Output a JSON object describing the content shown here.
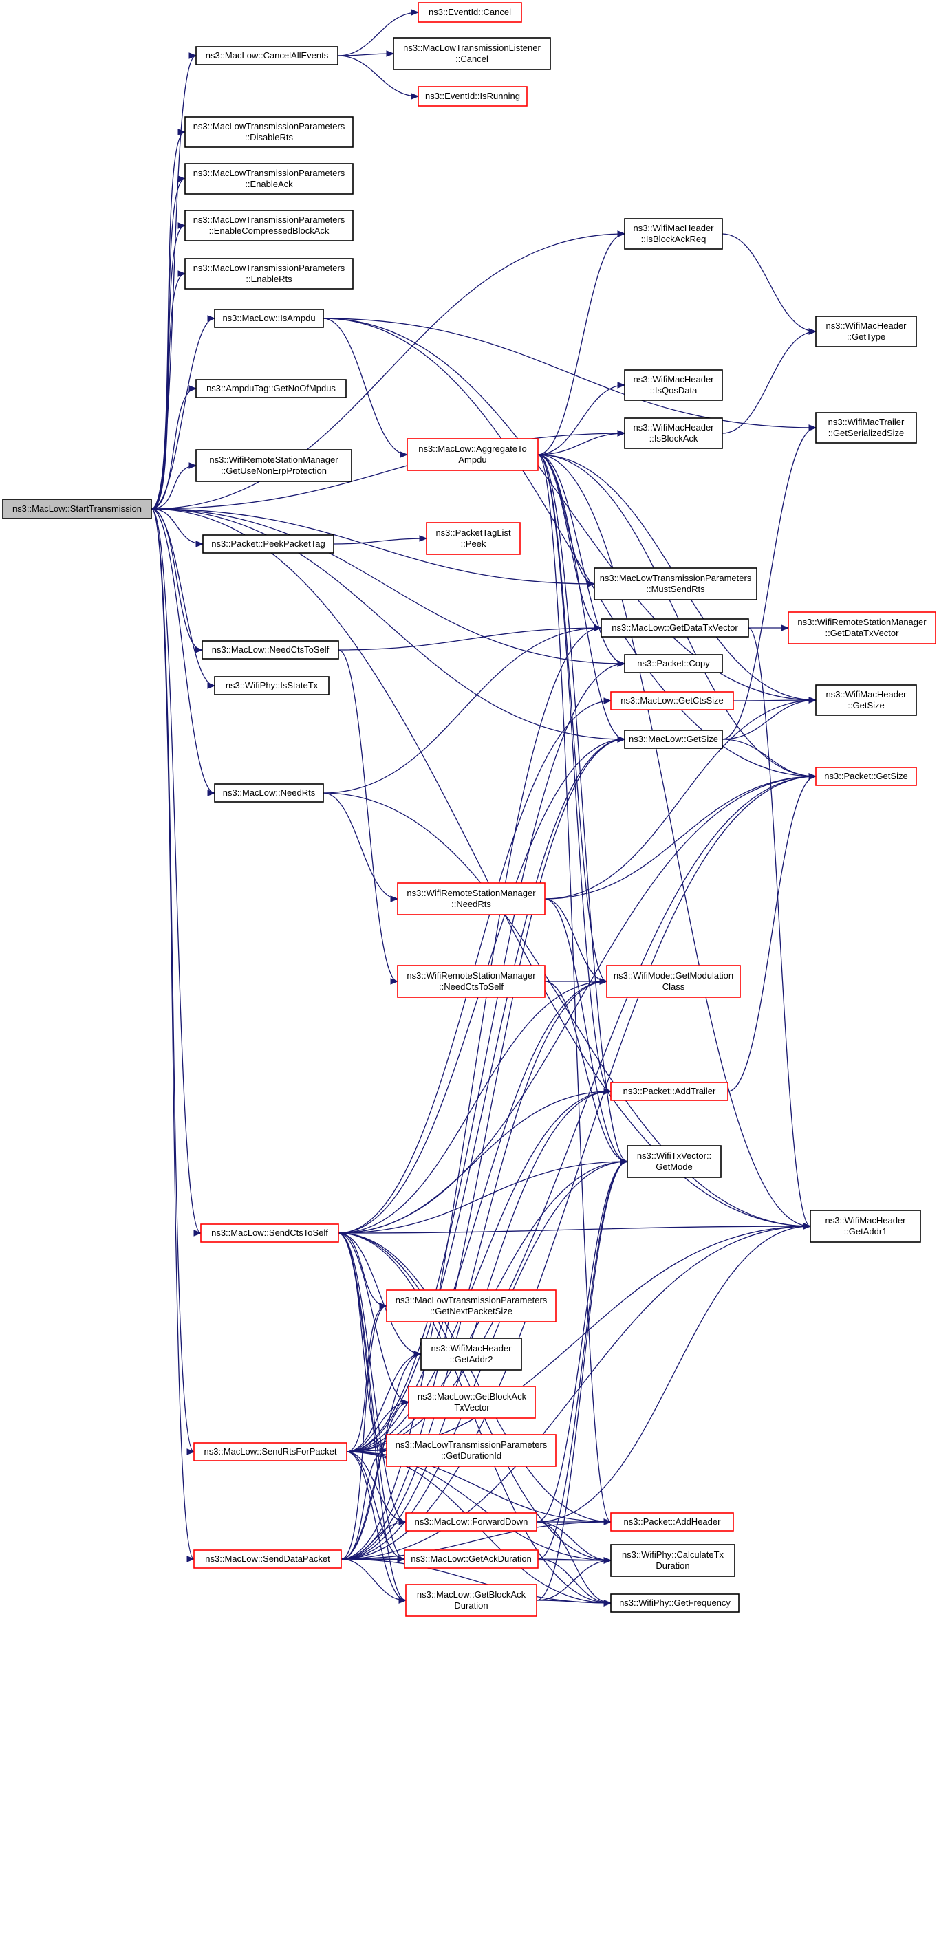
{
  "colors": {
    "edge": "#191970",
    "node_border_plain": "#000000",
    "node_border_link": "#ff0000",
    "root_fill": "#bfbfbf",
    "node_fill": "#ffffff"
  },
  "nodes": [
    {
      "id": "start",
      "lines": [
        "ns3::MacLow::StartTransmission"
      ],
      "style": "root"
    },
    {
      "id": "cancelAll",
      "lines": [
        "ns3::MacLow::CancelAllEvents"
      ],
      "style": "plain"
    },
    {
      "id": "evCancel",
      "lines": [
        "ns3::EventId::Cancel"
      ],
      "style": "red"
    },
    {
      "id": "mltlCancel",
      "lines": [
        "ns3::MacLowTransmissionListener",
        "::Cancel"
      ],
      "style": "plain"
    },
    {
      "id": "evRunning",
      "lines": [
        "ns3::EventId::IsRunning"
      ],
      "style": "red"
    },
    {
      "id": "disRts",
      "lines": [
        "ns3::MacLowTransmissionParameters",
        "::DisableRts"
      ],
      "style": "plain"
    },
    {
      "id": "enAck",
      "lines": [
        "ns3::MacLowTransmissionParameters",
        "::EnableAck"
      ],
      "style": "plain"
    },
    {
      "id": "enCBA",
      "lines": [
        "ns3::MacLowTransmissionParameters",
        "::EnableCompressedBlockAck"
      ],
      "style": "plain"
    },
    {
      "id": "enRts",
      "lines": [
        "ns3::MacLowTransmissionParameters",
        "::EnableRts"
      ],
      "style": "plain"
    },
    {
      "id": "isBAR",
      "lines": [
        "ns3::WifiMacHeader",
        "::IsBlockAckReq"
      ],
      "style": "plain"
    },
    {
      "id": "getType",
      "lines": [
        "ns3::WifiMacHeader",
        "::GetType"
      ],
      "style": "plain"
    },
    {
      "id": "isAmpdu",
      "lines": [
        "ns3::MacLow::IsAmpdu"
      ],
      "style": "plain"
    },
    {
      "id": "isQos",
      "lines": [
        "ns3::WifiMacHeader",
        "::IsQosData"
      ],
      "style": "plain"
    },
    {
      "id": "getNoMpdus",
      "lines": [
        "ns3::AmpduTag::GetNoOfMpdus"
      ],
      "style": "plain"
    },
    {
      "id": "isBA",
      "lines": [
        "ns3::WifiMacHeader",
        "::IsBlockAck"
      ],
      "style": "plain"
    },
    {
      "id": "trailerSize",
      "lines": [
        "ns3::WifiMacTrailer",
        "::GetSerializedSize"
      ],
      "style": "plain"
    },
    {
      "id": "aggregate",
      "lines": [
        "ns3::MacLow::AggregateTo",
        "Ampdu"
      ],
      "style": "red"
    },
    {
      "id": "nonErp",
      "lines": [
        "ns3::WifiRemoteStationManager",
        "::GetUseNonErpProtection"
      ],
      "style": "plain"
    },
    {
      "id": "peekTag",
      "lines": [
        "ns3::Packet::PeekPacketTag"
      ],
      "style": "plain"
    },
    {
      "id": "tagPeek",
      "lines": [
        "ns3::PacketTagList",
        "::Peek"
      ],
      "style": "red"
    },
    {
      "id": "mustSendRts",
      "lines": [
        "ns3::MacLowTransmissionParameters",
        "::MustSendRts"
      ],
      "style": "plain"
    },
    {
      "id": "needCts",
      "lines": [
        "ns3::MacLow::NeedCtsToSelf"
      ],
      "style": "plain"
    },
    {
      "id": "getDataTxV",
      "lines": [
        "ns3::MacLow::GetDataTxVector"
      ],
      "style": "plain"
    },
    {
      "id": "wrsmDataTxV",
      "lines": [
        "ns3::WifiRemoteStationManager",
        "::GetDataTxVector"
      ],
      "style": "red"
    },
    {
      "id": "isStateTx",
      "lines": [
        "ns3::WifiPhy::IsStateTx"
      ],
      "style": "plain"
    },
    {
      "id": "pktCopy",
      "lines": [
        "ns3::Packet::Copy"
      ],
      "style": "plain"
    },
    {
      "id": "ctsSize",
      "lines": [
        "ns3::MacLow::GetCtsSize"
      ],
      "style": "red"
    },
    {
      "id": "hdrSize",
      "lines": [
        "ns3::WifiMacHeader",
        "::GetSize"
      ],
      "style": "plain"
    },
    {
      "id": "lowGetSize",
      "lines": [
        "ns3::MacLow::GetSize"
      ],
      "style": "plain"
    },
    {
      "id": "pktGetSize",
      "lines": [
        "ns3::Packet::GetSize"
      ],
      "style": "red"
    },
    {
      "id": "needRts",
      "lines": [
        "ns3::MacLow::NeedRts"
      ],
      "style": "plain"
    },
    {
      "id": "wrsmNeedRts",
      "lines": [
        "ns3::WifiRemoteStationManager",
        "::NeedRts"
      ],
      "style": "red"
    },
    {
      "id": "wrsmNeedCts",
      "lines": [
        "ns3::WifiRemoteStationManager",
        "::NeedCtsToSelf"
      ],
      "style": "red"
    },
    {
      "id": "modClass",
      "lines": [
        "ns3::WifiMode::GetModulation",
        "Class"
      ],
      "style": "red"
    },
    {
      "id": "addTrailer",
      "lines": [
        "ns3::Packet::AddTrailer"
      ],
      "style": "red"
    },
    {
      "id": "txvGetMode",
      "lines": [
        "ns3::WifiTxVector::",
        "GetMode"
      ],
      "style": "plain"
    },
    {
      "id": "getAddr1",
      "lines": [
        "ns3::WifiMacHeader",
        "::GetAddr1"
      ],
      "style": "plain"
    },
    {
      "id": "sendCts",
      "lines": [
        "ns3::MacLow::SendCtsToSelf"
      ],
      "style": "red"
    },
    {
      "id": "nextPkt",
      "lines": [
        "ns3::MacLowTransmissionParameters",
        "::GetNextPacketSize"
      ],
      "style": "red"
    },
    {
      "id": "getAddr2",
      "lines": [
        "ns3::WifiMacHeader",
        "::GetAddr2"
      ],
      "style": "plain"
    },
    {
      "id": "baTxV",
      "lines": [
        "ns3::MacLow::GetBlockAck",
        "TxVector"
      ],
      "style": "red"
    },
    {
      "id": "sendRts",
      "lines": [
        "ns3::MacLow::SendRtsForPacket"
      ],
      "style": "red"
    },
    {
      "id": "durId",
      "lines": [
        "ns3::MacLowTransmissionParameters",
        "::GetDurationId"
      ],
      "style": "red"
    },
    {
      "id": "fwdDown",
      "lines": [
        "ns3::MacLow::ForwardDown"
      ],
      "style": "red"
    },
    {
      "id": "addHeader",
      "lines": [
        "ns3::Packet::AddHeader"
      ],
      "style": "red"
    },
    {
      "id": "sendData",
      "lines": [
        "ns3::MacLow::SendDataPacket"
      ],
      "style": "red"
    },
    {
      "id": "ackDur",
      "lines": [
        "ns3::MacLow::GetAckDuration"
      ],
      "style": "red"
    },
    {
      "id": "calcTx",
      "lines": [
        "ns3::WifiPhy::CalculateTx",
        "Duration"
      ],
      "style": "plain"
    },
    {
      "id": "baDur",
      "lines": [
        "ns3::MacLow::GetBlockAck",
        "Duration"
      ],
      "style": "red"
    },
    {
      "id": "getFreq",
      "lines": [
        "ns3::WifiPhy::GetFrequency"
      ],
      "style": "plain"
    }
  ],
  "edges": [
    [
      "start",
      "cancelAll"
    ],
    [
      "start",
      "disRts"
    ],
    [
      "start",
      "enAck"
    ],
    [
      "start",
      "enCBA"
    ],
    [
      "start",
      "enRts"
    ],
    [
      "start",
      "isAmpdu"
    ],
    [
      "start",
      "getNoMpdus"
    ],
    [
      "start",
      "nonErp"
    ],
    [
      "start",
      "peekTag"
    ],
    [
      "start",
      "mustSendRts"
    ],
    [
      "start",
      "needCts"
    ],
    [
      "start",
      "isStateTx"
    ],
    [
      "start",
      "needRts"
    ],
    [
      "start",
      "sendCts"
    ],
    [
      "start",
      "sendRts"
    ],
    [
      "start",
      "sendData"
    ],
    [
      "start",
      "isBAR"
    ],
    [
      "start",
      "isBA"
    ],
    [
      "start",
      "pktCopy"
    ],
    [
      "start",
      "lowGetSize"
    ],
    [
      "start",
      "getAddr1"
    ],
    [
      "cancelAll",
      "evCancel"
    ],
    [
      "cancelAll",
      "mltlCancel"
    ],
    [
      "cancelAll",
      "evRunning"
    ],
    [
      "isAmpdu",
      "aggregate"
    ],
    [
      "isAmpdu",
      "trailerSize"
    ],
    [
      "isAmpdu",
      "pktGetSize"
    ],
    [
      "isAmpdu",
      "hdrSize"
    ],
    [
      "peekTag",
      "tagPeek"
    ],
    [
      "aggregate",
      "isBAR"
    ],
    [
      "aggregate",
      "isQos"
    ],
    [
      "aggregate",
      "isBA"
    ],
    [
      "aggregate",
      "mustSendRts"
    ],
    [
      "aggregate",
      "getDataTxV"
    ],
    [
      "aggregate",
      "pktCopy"
    ],
    [
      "aggregate",
      "lowGetSize"
    ],
    [
      "aggregate",
      "modClass"
    ],
    [
      "aggregate",
      "addTrailer"
    ],
    [
      "aggregate",
      "txvGetMode"
    ],
    [
      "aggregate",
      "hdrSize"
    ],
    [
      "aggregate",
      "pktGetSize"
    ],
    [
      "aggregate",
      "getAddr1"
    ],
    [
      "aggregate",
      "addHeader"
    ],
    [
      "isBAR",
      "getType"
    ],
    [
      "isBA",
      "getType"
    ],
    [
      "needCts",
      "getDataTxV"
    ],
    [
      "needCts",
      "wrsmNeedCts"
    ],
    [
      "getDataTxV",
      "wrsmDataTxV"
    ],
    [
      "getDataTxV",
      "getAddr1"
    ],
    [
      "needRts",
      "getDataTxV"
    ],
    [
      "needRts",
      "wrsmNeedRts"
    ],
    [
      "needRts",
      "getAddr1"
    ],
    [
      "ctsSize",
      "hdrSize"
    ],
    [
      "lowGetSize",
      "hdrSize"
    ],
    [
      "lowGetSize",
      "pktGetSize"
    ],
    [
      "lowGetSize",
      "trailerSize"
    ],
    [
      "wrsmNeedRts",
      "modClass"
    ],
    [
      "wrsmNeedRts",
      "txvGetMode"
    ],
    [
      "wrsmNeedRts",
      "pktGetSize"
    ],
    [
      "wrsmNeedRts",
      "hdrSize"
    ],
    [
      "wrsmNeedCts",
      "modClass"
    ],
    [
      "wrsmNeedCts",
      "txvGetMode"
    ],
    [
      "addTrailer",
      "pktGetSize"
    ],
    [
      "sendCts",
      "nextPkt"
    ],
    [
      "sendCts",
      "getAddr2"
    ],
    [
      "sendCts",
      "baTxV"
    ],
    [
      "sendCts",
      "durId"
    ],
    [
      "sendCts",
      "fwdDown"
    ],
    [
      "sendCts",
      "ackDur"
    ],
    [
      "sendCts",
      "baDur"
    ],
    [
      "sendCts",
      "calcTx"
    ],
    [
      "sendCts",
      "getFreq"
    ],
    [
      "sendCts",
      "addHeader"
    ],
    [
      "sendCts",
      "addTrailer"
    ],
    [
      "sendCts",
      "txvGetMode"
    ],
    [
      "sendCts",
      "modClass"
    ],
    [
      "sendCts",
      "lowGetSize"
    ],
    [
      "sendCts",
      "ctsSize"
    ],
    [
      "sendCts",
      "getAddr1"
    ],
    [
      "sendCts",
      "pktGetSize"
    ],
    [
      "sendRts",
      "nextPkt"
    ],
    [
      "sendRts",
      "getAddr2"
    ],
    [
      "sendRts",
      "baTxV"
    ],
    [
      "sendRts",
      "durId"
    ],
    [
      "sendRts",
      "fwdDown"
    ],
    [
      "sendRts",
      "ackDur"
    ],
    [
      "sendRts",
      "baDur"
    ],
    [
      "sendRts",
      "calcTx"
    ],
    [
      "sendRts",
      "getFreq"
    ],
    [
      "sendRts",
      "addHeader"
    ],
    [
      "sendRts",
      "addTrailer"
    ],
    [
      "sendRts",
      "txvGetMode"
    ],
    [
      "sendRts",
      "modClass"
    ],
    [
      "sendRts",
      "lowGetSize"
    ],
    [
      "sendRts",
      "pktCopy"
    ],
    [
      "sendRts",
      "getAddr1"
    ],
    [
      "sendRts",
      "pktGetSize"
    ],
    [
      "sendData",
      "nextPkt"
    ],
    [
      "sendData",
      "getAddr2"
    ],
    [
      "sendData",
      "baTxV"
    ],
    [
      "sendData",
      "durId"
    ],
    [
      "sendData",
      "fwdDown"
    ],
    [
      "sendData",
      "ackDur"
    ],
    [
      "sendData",
      "baDur"
    ],
    [
      "sendData",
      "calcTx"
    ],
    [
      "sendData",
      "getFreq"
    ],
    [
      "sendData",
      "addHeader"
    ],
    [
      "sendData",
      "addTrailer"
    ],
    [
      "sendData",
      "txvGetMode"
    ],
    [
      "sendData",
      "modClass"
    ],
    [
      "sendData",
      "lowGetSize"
    ],
    [
      "sendData",
      "getDataTxV"
    ],
    [
      "sendData",
      "getAddr1"
    ],
    [
      "sendData",
      "pktGetSize"
    ],
    [
      "fwdDown",
      "txvGetMode"
    ],
    [
      "fwdDown",
      "addHeader"
    ],
    [
      "fwdDown",
      "calcTx"
    ],
    [
      "fwdDown",
      "getFreq"
    ],
    [
      "fwdDown",
      "getAddr1"
    ],
    [
      "ackDur",
      "calcTx"
    ],
    [
      "ackDur",
      "getFreq"
    ],
    [
      "ackDur",
      "txvGetMode"
    ],
    [
      "baDur",
      "calcTx"
    ],
    [
      "baDur",
      "getFreq"
    ],
    [
      "baDur",
      "txvGetMode"
    ]
  ]
}
